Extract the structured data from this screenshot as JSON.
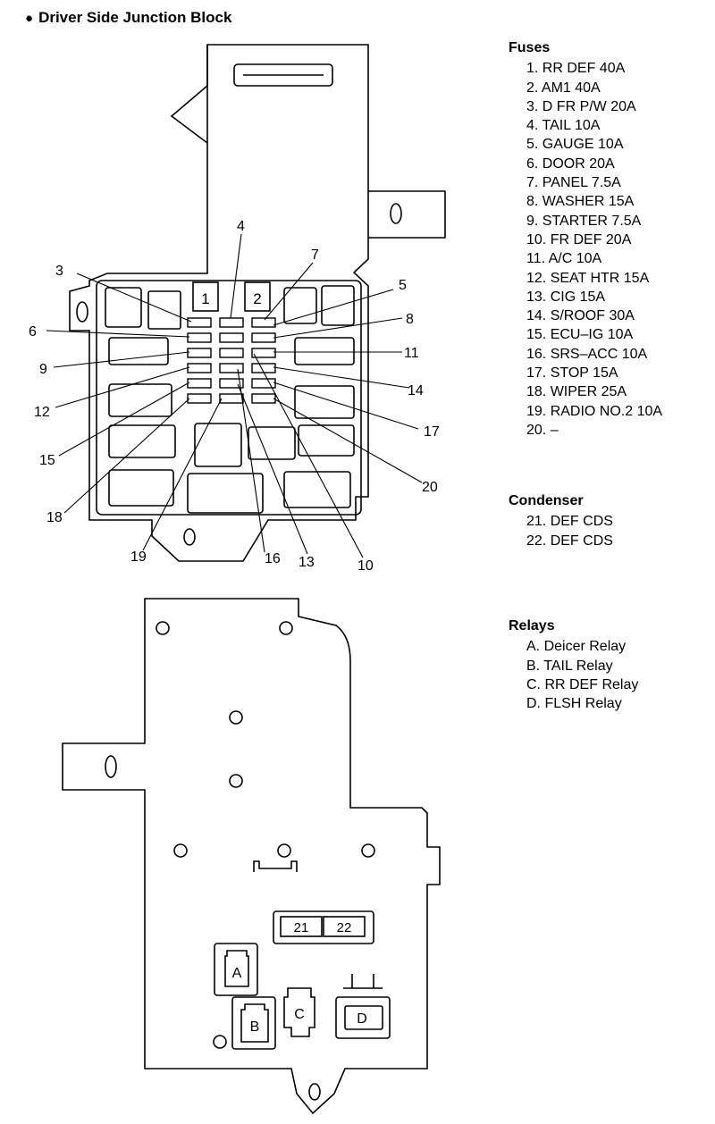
{
  "title": "Driver Side Junction Block",
  "bullet": "●",
  "sections": {
    "fuses": {
      "heading": "Fuses",
      "items": [
        "1. RR DEF 40A",
        "2. AM1 40A",
        "3. D FR P/W 20A",
        "4. TAIL 10A",
        "5. GAUGE 10A",
        "6. DOOR 20A",
        "7. PANEL 7.5A",
        "8. WASHER 15A",
        "9. STARTER 7.5A",
        "10. FR DEF 20A",
        "11. A/C 10A",
        "12. SEAT HTR 15A",
        "13. CIG 15A",
        "14. S/ROOF 30A",
        "15. ECU–IG 10A",
        "16. SRS–ACC 10A",
        "17. STOP 15A",
        "18. WIPER 25A",
        "19. RADIO NO.2 10A",
        "20. –"
      ]
    },
    "condensers": {
      "heading": "Condenser",
      "items": [
        "21. DEF CDS",
        "22. DEF CDS"
      ]
    },
    "relays": {
      "heading": "Relays",
      "items": [
        "A. Deicer Relay",
        "B. TAIL Relay",
        "C. RR DEF Relay",
        "D. FLSH Relay"
      ]
    }
  },
  "diagram_labels": {
    "fuse_numbers": [
      "1",
      "2",
      "3",
      "4",
      "5",
      "6",
      "7",
      "8",
      "9",
      "10",
      "11",
      "12",
      "13",
      "14",
      "15",
      "16",
      "17",
      "18",
      "19",
      "20"
    ],
    "condenser_numbers": [
      "21",
      "22"
    ],
    "relay_letters": [
      "A",
      "B",
      "C",
      "D"
    ]
  }
}
